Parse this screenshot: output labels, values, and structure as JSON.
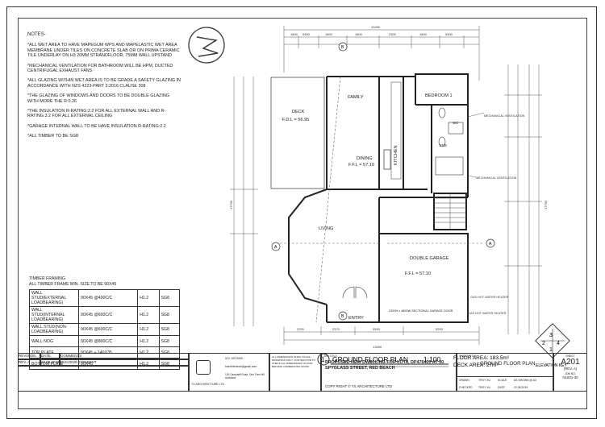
{
  "notes": {
    "title": "NOTES-",
    "items": [
      "*ALL WET AREA TO HAVE MAPEGUM WPS AND MAPELASTIC WET AREA MEMBRANE UNDER TILES ON CONCRETE SLAB OR ON PRIMA CERAMIC TILE UNDERLAY ON H3 20mm STRANDFLOOR, 75mm WALL UPSTAND",
      "*MECHANICAL VENTILATION FOR BATHROOM WILL BE HPM, DUCTED CENTRIFUGAL EXHAUST FANS",
      "*ALL GLAZING WITHIN WET AREA IS TO BE GRADE A SAFETY GLAZING IN ACCORDANCE WITH NZS 4223-PART 3:2016 CLAUSE 308",
      "*THE GLAZING OF WINDOWS AND DOORS TO BE DOUBLE GLAZING WITH MORE THE R:0.26",
      "*THE INSULATION R-RATING:2.2 FOR ALL EXTERNAL WALL AND R-RATING:3.2 FOR ALL EXTERNAL CEILING",
      "*GARAGE INTERNAL WALL TO BE HAVE INSULATION R-RATING:2.2",
      "*ALL TIMBER TO BE SG8"
    ]
  },
  "timber": {
    "title": "TIMBER FRAMING",
    "subtitle": "ALL TIMBER FRAME MIN. SIZE TO BE 90x45",
    "rows": [
      {
        "name": "WALL STUD",
        "sub": "(EXTERNAL LOADBEARING)",
        "size": "90x45 @400C/C",
        "treat": "H1.2",
        "grade": "SG8"
      },
      {
        "name": "WALL STUD",
        "sub": "(INTERNAL LOADBEARING)",
        "size": "90x45 @600C/C",
        "treat": "H1.2",
        "grade": "SG8"
      },
      {
        "name": "WALL STUD",
        "sub": "(NON-LOADBEARING)",
        "size": "90x45 @600C/C",
        "treat": "H1.2",
        "grade": "SG8"
      },
      {
        "name": "WALL NOG",
        "sub": "",
        "size": "90x45 @800C/C",
        "treat": "H1.2",
        "grade": "SG8"
      },
      {
        "name": "TOP PLATE",
        "sub": "",
        "size": "90x45 + 140x35",
        "treat": "H1.2",
        "grade": "SG8"
      },
      {
        "name": "BOTTOM PLATE",
        "sub": "",
        "size": "90x45",
        "treat": "H1.2",
        "grade": "SG8"
      }
    ]
  },
  "plan": {
    "rooms": {
      "deck": "DECK",
      "deck_level": "F.D.L = 56.95",
      "family": "FAMILY",
      "dining": "DINING",
      "dining_level": "F.F.L = 57.10",
      "kitchen": "KITCHEN",
      "bedroom": "BEDROOM 1",
      "living": "LIVING",
      "garage": "DOUBLE GARAGE",
      "garage_level": "F.F.L = 57.10",
      "entry": "ENTRY",
      "wc": "WC",
      "ens": "ENS",
      "garage_door": "2300H x 4800W SECTIONAL GARAGE DOOR"
    },
    "labels": {
      "mech_vent_1": "MECHANICAL VENTILATION",
      "mech_vent_2": "MECHANICAL VENTILATION",
      "gas_water_1": "GAS HOT WATER HEATER",
      "gas_water_2": "GAS HOT WATER HEATER",
      "elevation_key": "ELEVATION KEY"
    },
    "dims": {
      "top_overall": "13490",
      "bottom_overall": "13490",
      "left_overall": "17790",
      "right_overall": "17790",
      "top_row": [
        "1800",
        "5300",
        "1800",
        "1800",
        "2300",
        "1800",
        "5300"
      ],
      "bottom_row": [
        "2220",
        "2370",
        "3590",
        "5200"
      ]
    },
    "grid": {
      "a": "A",
      "b": "B"
    },
    "title_number": "1",
    "title": "GROUND FLOOR PLAN",
    "scale": "1:100",
    "floor_area": "FLOOR AREA: 183.5m²",
    "deck_area": "DECK AREA: 27m²",
    "key_numbers": [
      "1",
      "2",
      "3",
      "4"
    ]
  },
  "title_block": {
    "rev_headers": [
      "REVISION",
      "DATE",
      "COMMENTS"
    ],
    "rev_row": [
      "REV. A",
      "12.08.2019",
      "BUILDING CONSENT"
    ],
    "firm": "TX ARCHITECTURE LTD",
    "phone": "021 100 0000",
    "email": "txarchitecture@gmail.com",
    "address": "120 Campbell Road, One Tree Hill, Auckland",
    "disclaimer": "ALL DIMENSIONS IN MM. SCALE DRAWINGS ONLY. CONTRACTOR TO CHECK ALL DIMENSIONS ON SITE BEFORE COMMENCING WORK.",
    "job_title_label": "JOB TITLE",
    "job_title": "PROPOSED NEW DWELLING FOR LOT8, DP476420 AT 30 SPYGLASS STREET, RED BEACH",
    "copyright": "COPY RIGHT © TX ARCHITECTURE LTD",
    "sheet_title_label": "SHEET TITLE",
    "sheet_title": "GROUND FLOOR PLAN",
    "drawn_label": "DRAWN",
    "drawn": "TROY XU",
    "checked_label": "CHECKED",
    "checked": "TROY XU",
    "scale_label": "SCALE",
    "scale": "AS SHOWN @ A3",
    "date_label": "DATE",
    "date": "12.08.2019",
    "sheet_label": "SHEET",
    "sheet": "A201",
    "rev": "(REV. A)",
    "job_no_label": "JOB NO.",
    "job_no": "N1831-30"
  }
}
